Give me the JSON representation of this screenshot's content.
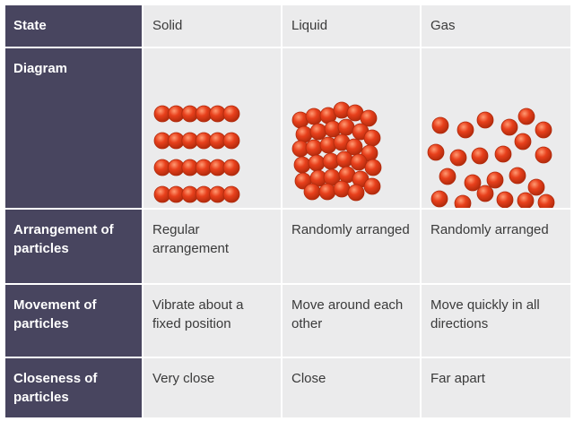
{
  "table": {
    "header": {
      "label": "State",
      "columns": [
        "Solid",
        "Liquid",
        "Gas"
      ]
    },
    "rows": [
      {
        "label": "Diagram",
        "cells": [
          "",
          "",
          ""
        ]
      },
      {
        "label": "Arrangement of particles",
        "cells": [
          "Regular arrangement",
          "Randomly arranged",
          "Randomly arranged"
        ]
      },
      {
        "label": "Movement of particles",
        "cells": [
          "Vibrate about a fixed position",
          "Move around each other",
          "Move quickly in all directions"
        ]
      },
      {
        "label": "Closeness of particles",
        "cells": [
          "Very close",
          "Close",
          "Far apart"
        ]
      }
    ]
  },
  "colors": {
    "header_bg": "#48455f",
    "cell_bg": "#ebebec",
    "particle_fill": "#e8401c",
    "particle_edge": "#b02a0c"
  }
}
